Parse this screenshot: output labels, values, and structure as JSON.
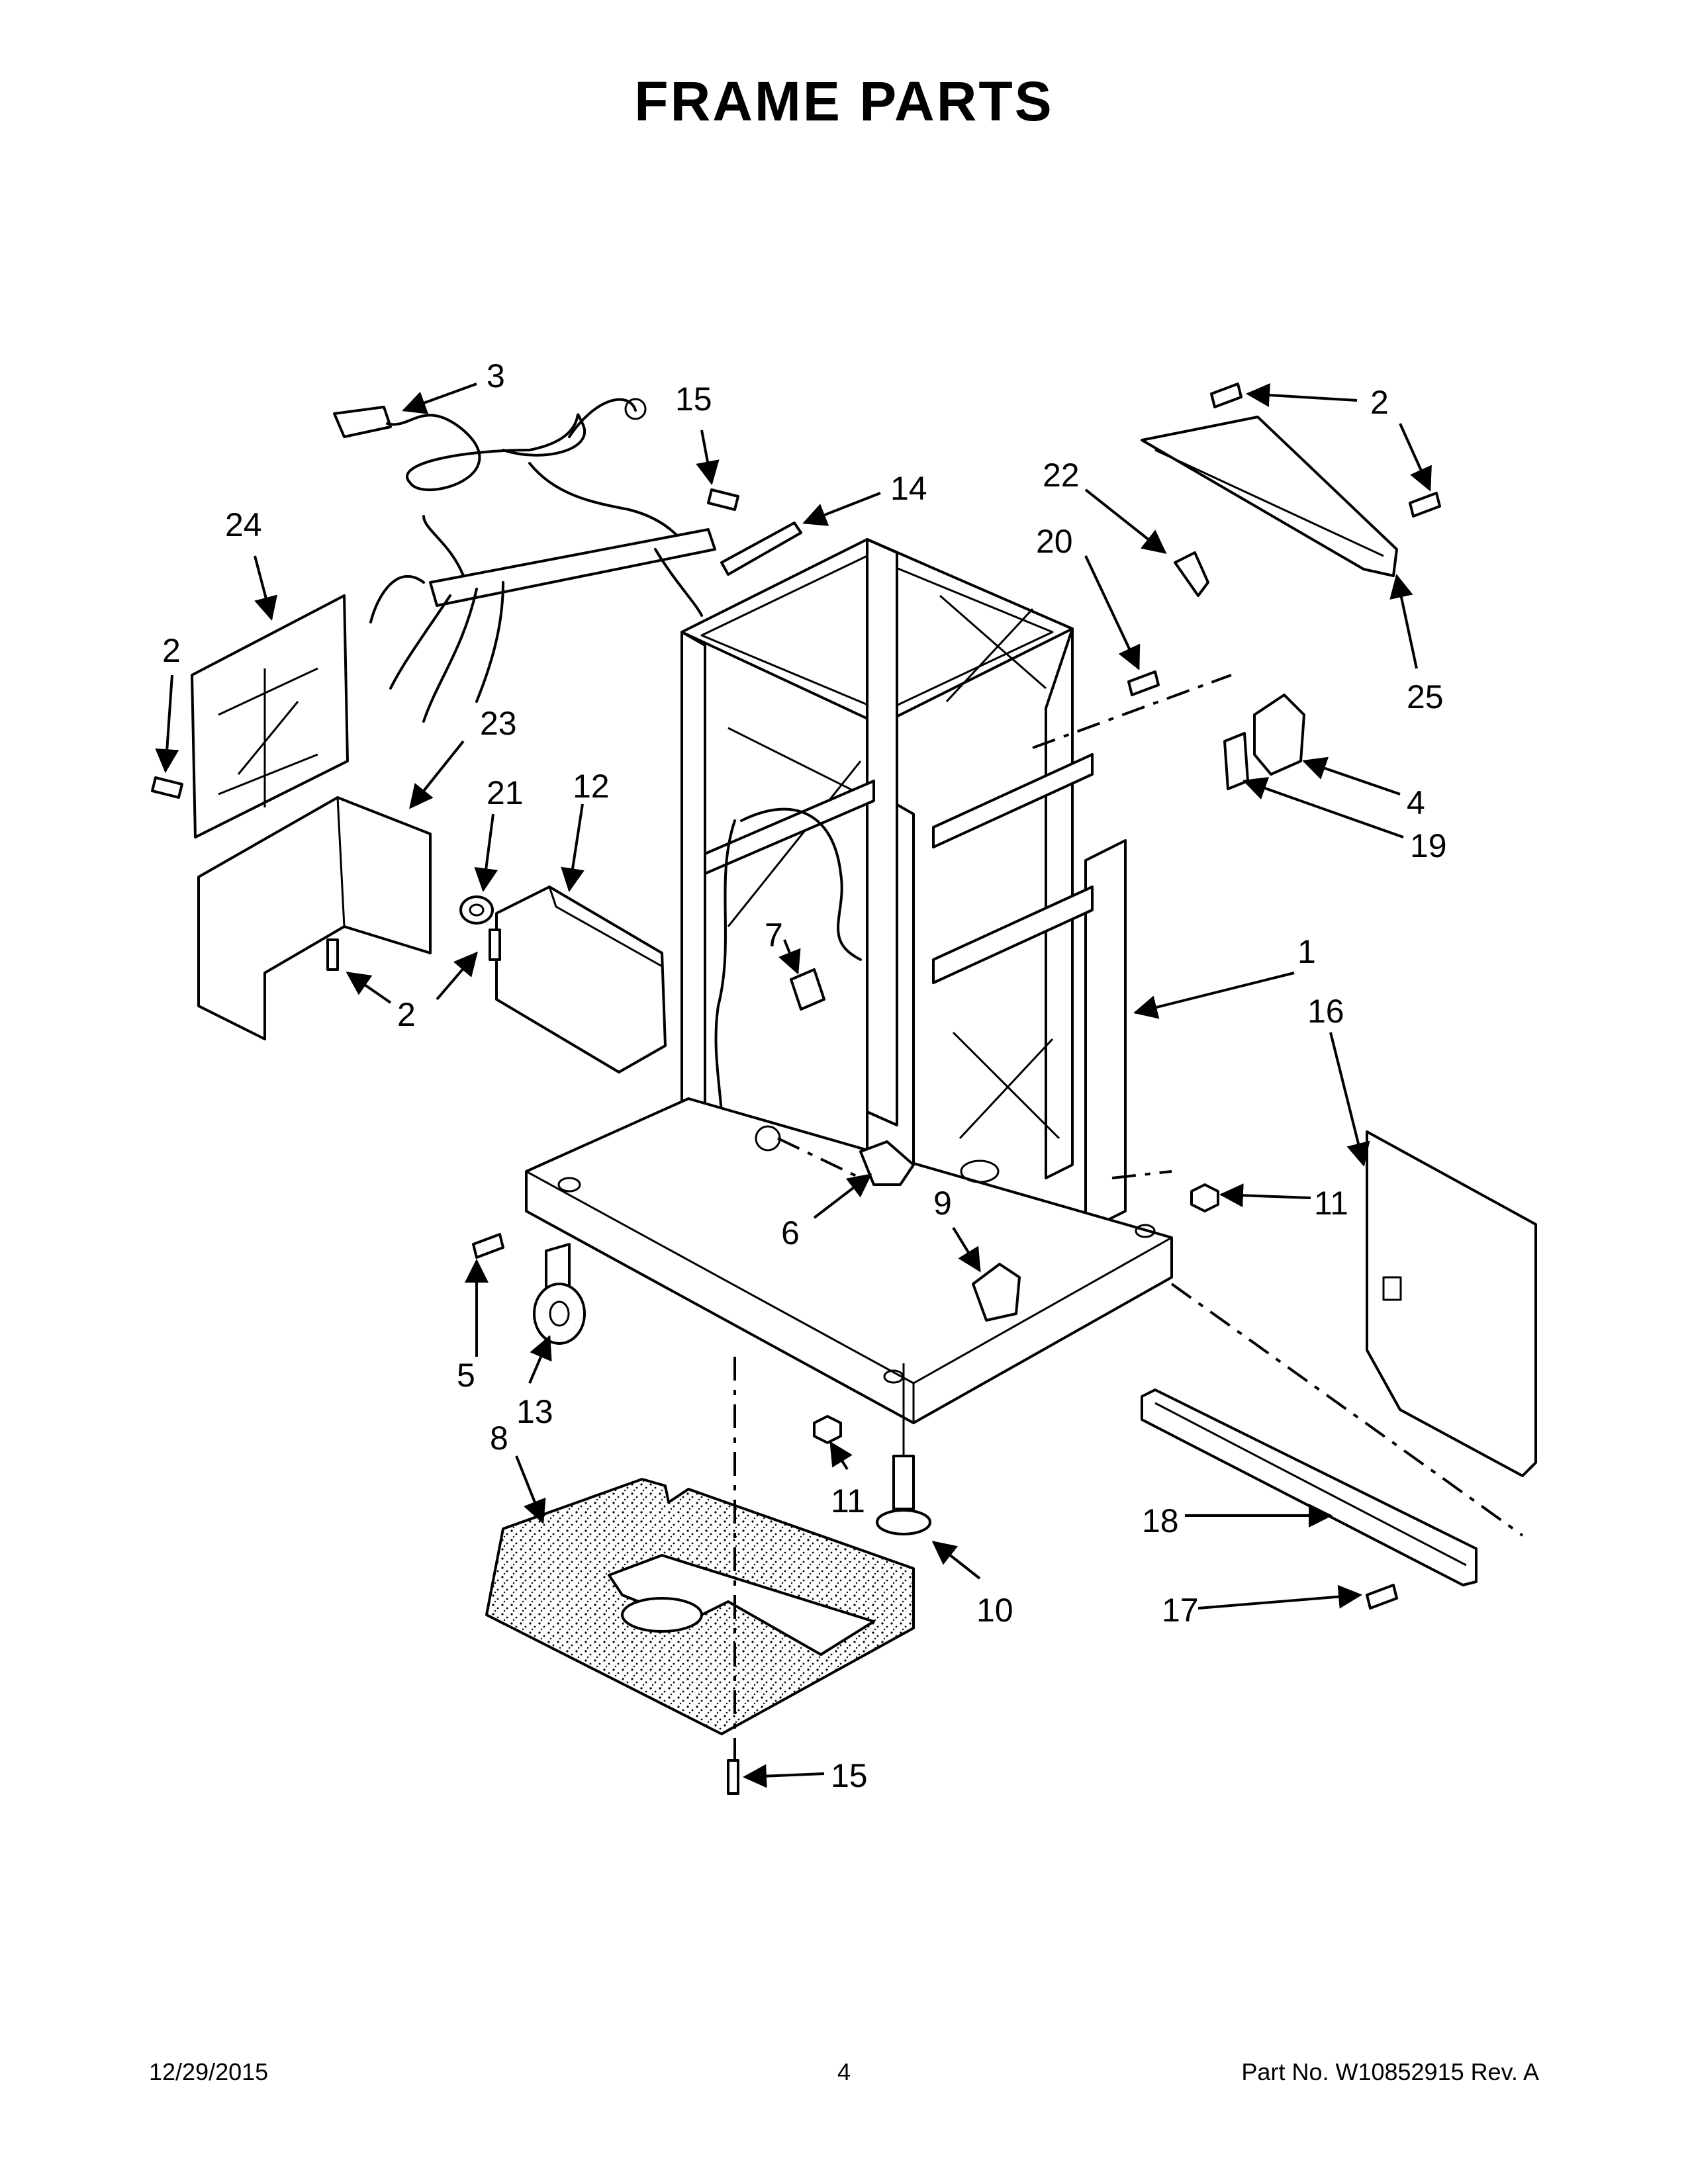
{
  "title": "FRAME PARTS",
  "footer": {
    "date": "12/29/2015",
    "page": "4",
    "part_number": "Part No.  W10852915  Rev.  A"
  },
  "callouts": {
    "c1": "1",
    "c2a": "2",
    "c2b": "2",
    "c2c": "2",
    "c2d": "2",
    "c3": "3",
    "c4": "4",
    "c5": "5",
    "c6": "6",
    "c7": "7",
    "c8": "8",
    "c9": "9",
    "c10": "10",
    "c11a": "11",
    "c11b": "11",
    "c12": "12",
    "c13": "13",
    "c14": "14",
    "c15a": "15",
    "c15b": "15",
    "c16": "16",
    "c17": "17",
    "c18": "18",
    "c19": "19",
    "c20": "20",
    "c21": "21",
    "c22": "22",
    "c23": "23",
    "c24": "24",
    "c25": "25"
  }
}
